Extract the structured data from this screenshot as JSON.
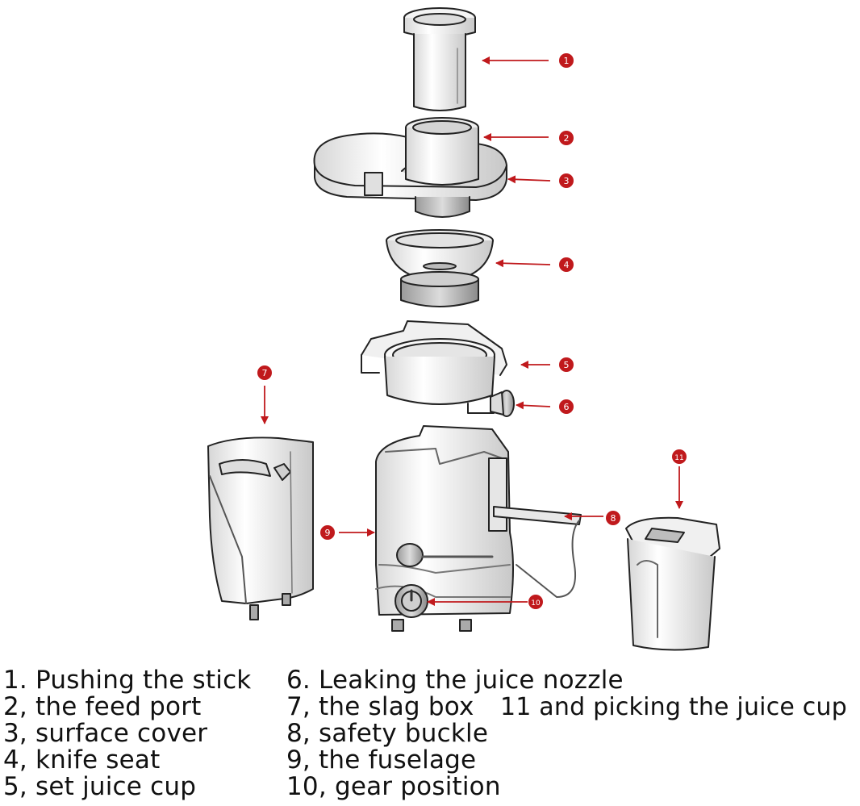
{
  "callouts": [
    {
      "id": "1",
      "color": "#c0191c"
    },
    {
      "id": "2",
      "color": "#c0191c"
    },
    {
      "id": "3",
      "color": "#c0191c"
    },
    {
      "id": "4",
      "color": "#c0191c"
    },
    {
      "id": "5",
      "color": "#c0191c"
    },
    {
      "id": "6",
      "color": "#c0191c"
    },
    {
      "id": "7",
      "color": "#c0191c"
    },
    {
      "id": "8",
      "color": "#c0191c"
    },
    {
      "id": "9",
      "color": "#c0191c"
    },
    {
      "id": "10",
      "color": "#c0191c"
    },
    {
      "id": "11",
      "color": "#c0191c"
    }
  ],
  "legend": {
    "col1": [
      "1. Pushing the stick",
      "2, the feed port",
      "3, surface cover",
      "4, knife seat",
      "5, set juice cup"
    ],
    "col2": [
      "6. Leaking the juice nozzle",
      "7, the slag box",
      "8, safety buckle",
      "9, the fuselage",
      "10, gear position"
    ],
    "col3": [
      "11 and picking the juice cup"
    ]
  }
}
